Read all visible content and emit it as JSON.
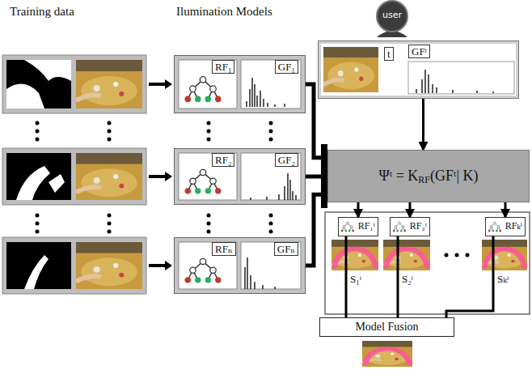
{
  "diagram": {
    "nodes": [
      {
        "text": [
          "user"
        ]
      },
      {
        "text": [
          "t",
          "GFᵗ"
        ]
      },
      {
        "text": [
          "RF₁",
          "GF₁"
        ]
      },
      {
        "text": [
          "RF₂",
          "GF₂"
        ]
      },
      {
        "text": [
          "RFₙ",
          "GFₙ"
        ]
      },
      {
        "text": [
          "Ψᵗ = K",
          "RF",
          "(GFᵗ| K)"
        ]
      },
      {
        "text": [
          "RF₁ᵗ"
        ]
      },
      {
        "text": [
          "RF₂ᵗ"
        ]
      },
      {
        "text": [
          "RFₖᵗ"
        ]
      },
      {
        "text": [
          "Model Fusion"
        ]
      }
    ],
    "edges": [
      {
        "from": 1,
        "to": 5,
        "arrow": "to"
      },
      {
        "from": 2,
        "to": 5,
        "arrow": "none"
      },
      {
        "from": 3,
        "to": 5,
        "arrow": "none"
      },
      {
        "from": 4,
        "to": 5,
        "arrow": "none"
      },
      {
        "from": 5,
        "to": 6,
        "arrow": "to"
      },
      {
        "from": 5,
        "to": 7,
        "arrow": "to"
      },
      {
        "from": 5,
        "to": 8,
        "arrow": "to"
      },
      {
        "from": 6,
        "to": 9,
        "arrow": "none"
      },
      {
        "from": 7,
        "to": 9,
        "arrow": "none"
      },
      {
        "from": 8,
        "to": 9,
        "arrow": "none"
      }
    ],
    "labels": [
      "Training data",
      "Ilumination Models",
      "S₁ᵗ",
      "S₂ᵗ",
      "Sₖᵗ"
    ]
  }
}
